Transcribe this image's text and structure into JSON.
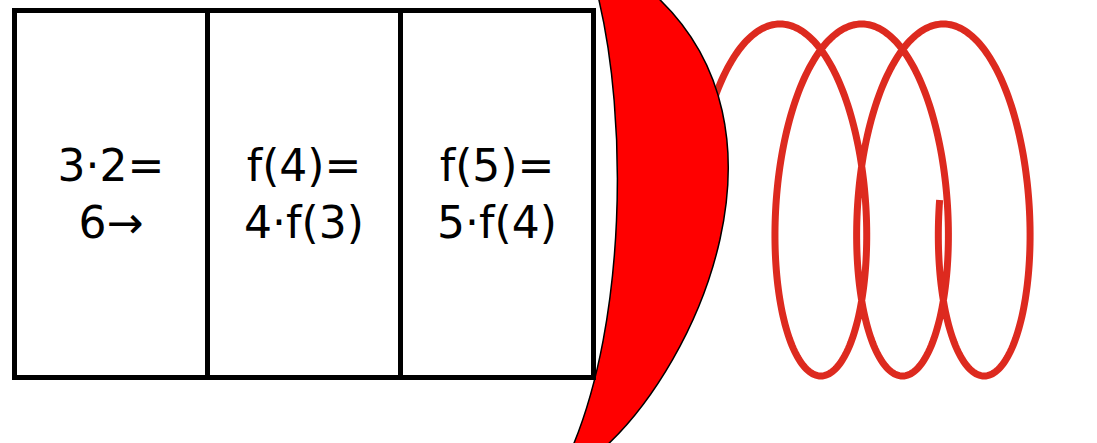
{
  "diagram": {
    "nodes": [
      {
        "text": [
          "3·2= 6→"
        ]
      },
      {
        "text": [
          "f(4)= 4·f(3)"
        ]
      },
      {
        "text": [
          "f(5)= 5·f(4)"
        ]
      }
    ]
  }
}
